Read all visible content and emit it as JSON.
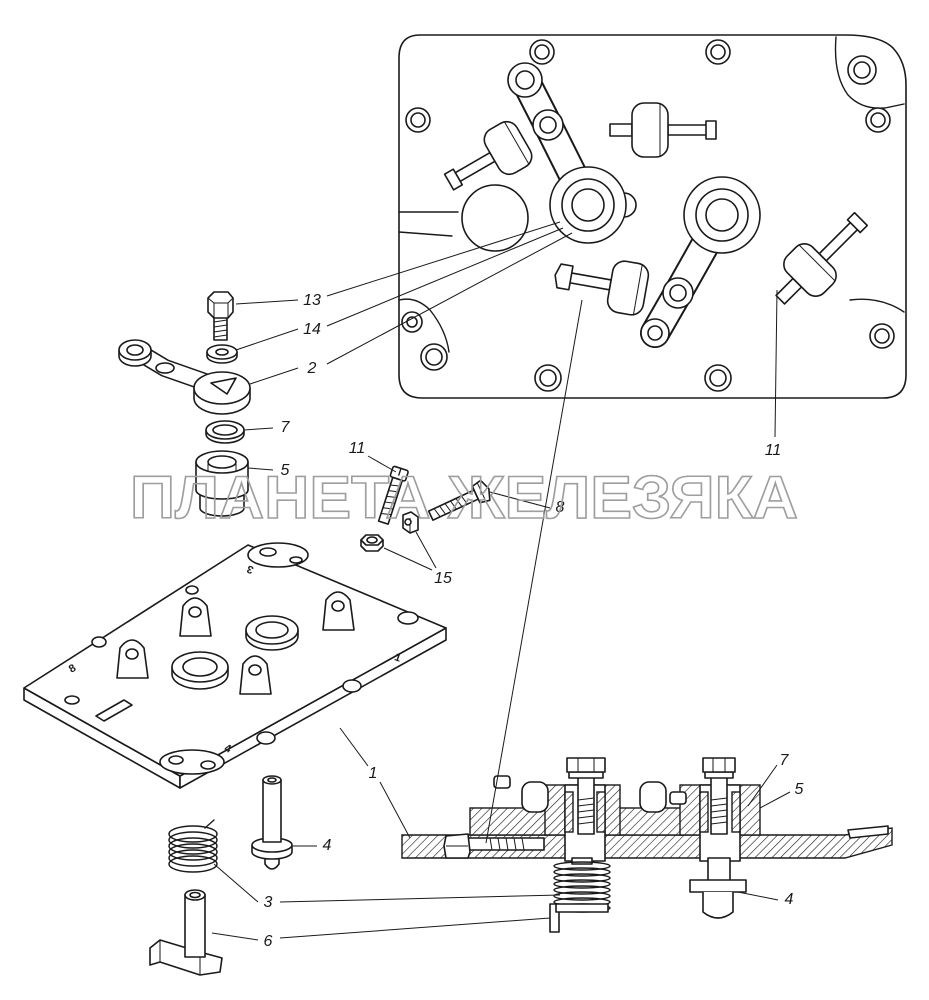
{
  "labels": {
    "bolt_13": "13",
    "washer_14": "14",
    "rocker_2": "2",
    "ring_7": "7",
    "bushing_5": "5",
    "bolt_11_left": "11",
    "bolt_8": "8",
    "nuts_15": "15",
    "plate_1": "1",
    "pin_4": "4",
    "spring_3": "3",
    "lever_6": "6",
    "bolt_11_right": "11",
    "section_ring_7": "7",
    "section_bushing_5": "5",
    "section_pin_4": "4"
  },
  "plate_marks": {
    "top": "3",
    "left": "8",
    "right": "1",
    "bottom": "4"
  },
  "watermark": "ПЛАНЕТА ЖЕЛЕЗЯКА",
  "colors": {
    "ink": "#1a1a1a",
    "watermark": "#9e9e9e"
  }
}
